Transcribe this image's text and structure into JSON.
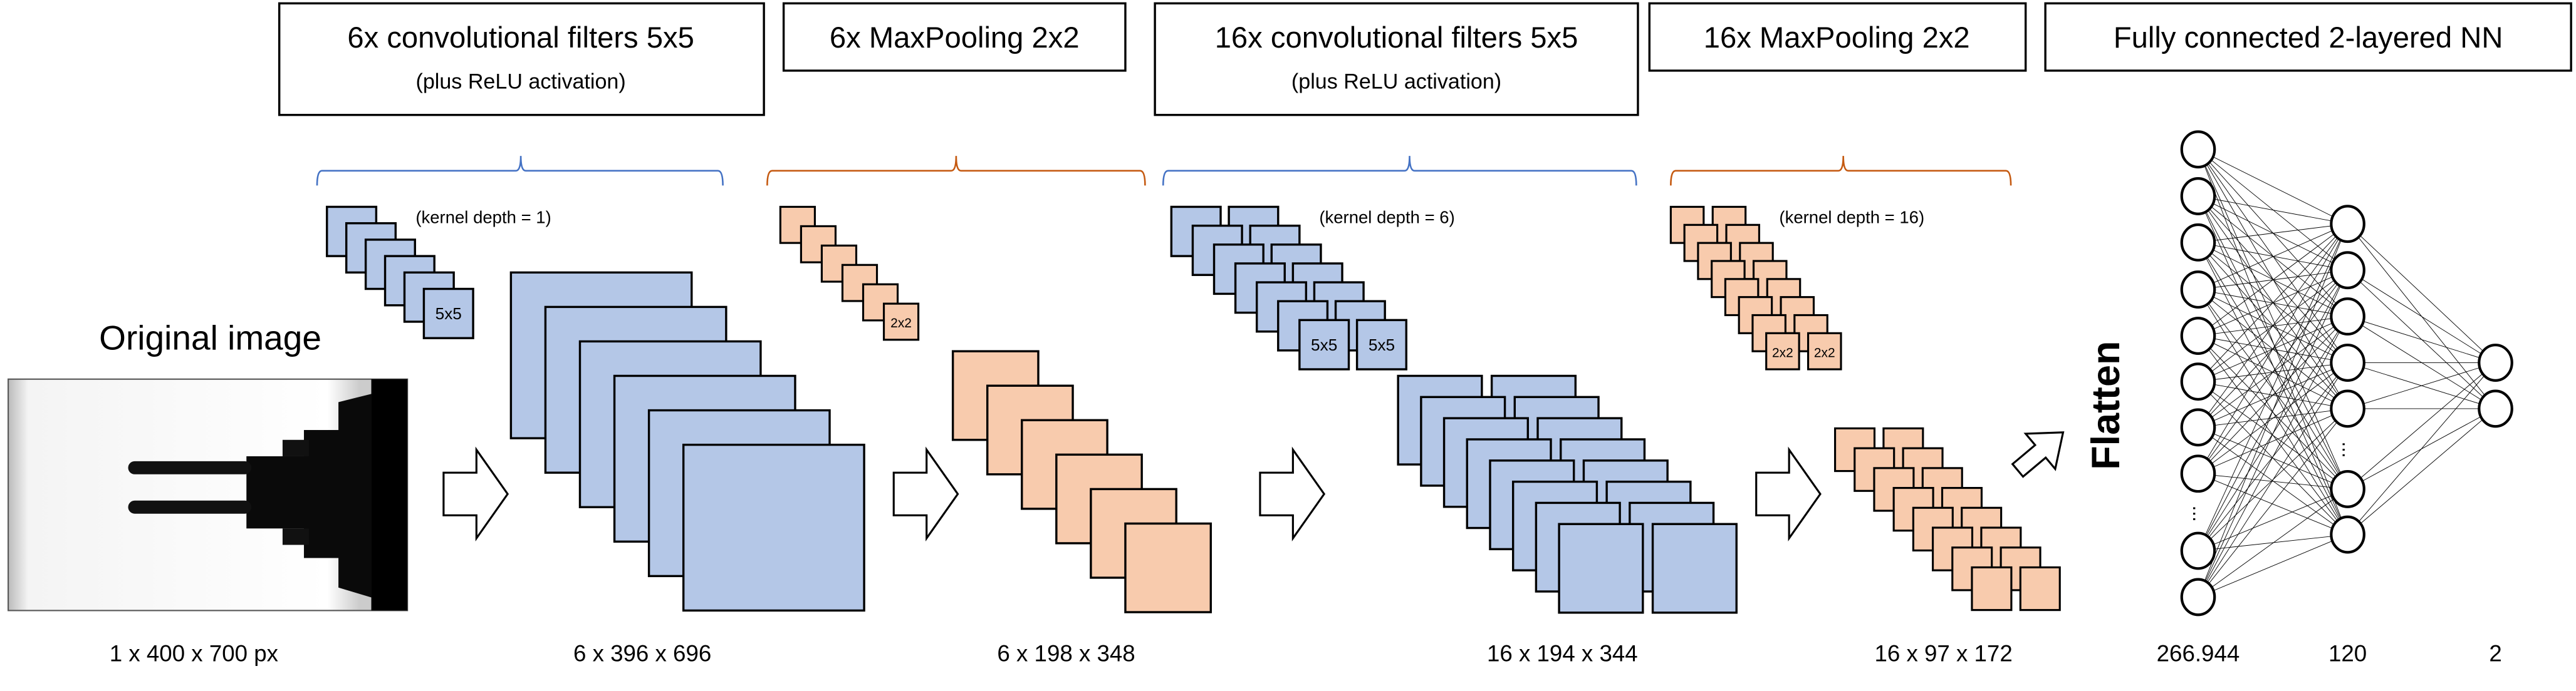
{
  "headers": [
    {
      "title": "6x convolutional filters 5x5",
      "subtitle": "(plus ReLU activation)"
    },
    {
      "title": "6x MaxPooling 2x2"
    },
    {
      "title": "16x convolutional filters 5x5",
      "subtitle": "(plus ReLU activation)"
    },
    {
      "title": "16x MaxPooling 2x2"
    },
    {
      "title": "Fully connected 2-layered NN"
    }
  ],
  "input": {
    "label": "Original image",
    "dims": "1 x 400 x 700 px"
  },
  "conv1": {
    "kernel_label": "5x5",
    "kernel_note": "(kernel depth = 1)",
    "dims": "6 x 396 x 696"
  },
  "pool1": {
    "kernel_label": "2x2",
    "dims": "6 x 198 x 348"
  },
  "conv2": {
    "kernel_label": "5x5",
    "kernel_note": "(kernel depth = 6)",
    "dims": "16 x 194 x 344"
  },
  "pool2": {
    "kernel_label": "2x2",
    "kernel_note": "(kernel depth = 16)",
    "dims": "16 x 97 x 172"
  },
  "flatten": {
    "label": "Flatten"
  },
  "nn": {
    "layers": [
      {
        "label": "266.944"
      },
      {
        "label": "120"
      },
      {
        "label": "2"
      }
    ],
    "ellipsis": "..."
  },
  "colors": {
    "conv_fill": "#b4c7e7",
    "pool_fill": "#f8cbad",
    "conv_brace": "#4472c4",
    "pool_brace": "#c55a11"
  }
}
